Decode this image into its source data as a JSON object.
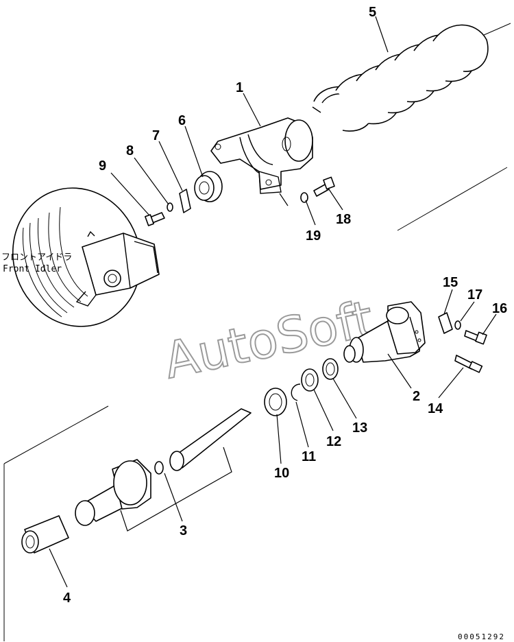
{
  "labels": {
    "front_idler_jp": "フロントアイドラ",
    "front_idler_en": "Front Idler",
    "watermark": "AutoSoft",
    "drawing_number": "00051292"
  },
  "callouts": [
    "1",
    "2",
    "3",
    "4",
    "5",
    "6",
    "7",
    "8",
    "9",
    "10",
    "11",
    "12",
    "13",
    "14",
    "15",
    "16",
    "17",
    "18",
    "19"
  ]
}
